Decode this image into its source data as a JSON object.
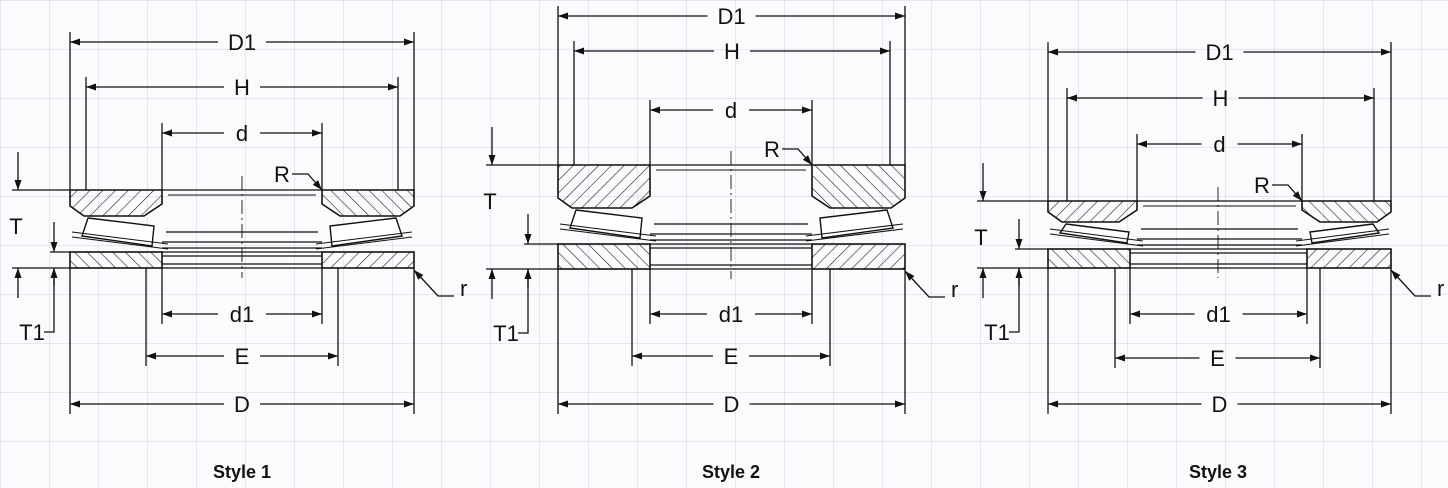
{
  "labels": {
    "outer_diameter_top": "D1",
    "housing_dim": "H",
    "bore": "d",
    "fillet_large": "R",
    "height": "T",
    "washer_height": "T1",
    "bore_lower": "d1",
    "shoulder": "E",
    "outer_diameter": "D",
    "fillet_small": "r"
  },
  "styles": [
    {
      "name": "Style 1"
    },
    {
      "name": "Style 2"
    },
    {
      "name": "Style 3"
    }
  ],
  "icons": {
    "arrow": "arrow-icon",
    "hatch": "hatch-pattern"
  },
  "colors": {
    "line": "#111111",
    "background": "#fbfbfd",
    "grid": "#aab4cd"
  }
}
